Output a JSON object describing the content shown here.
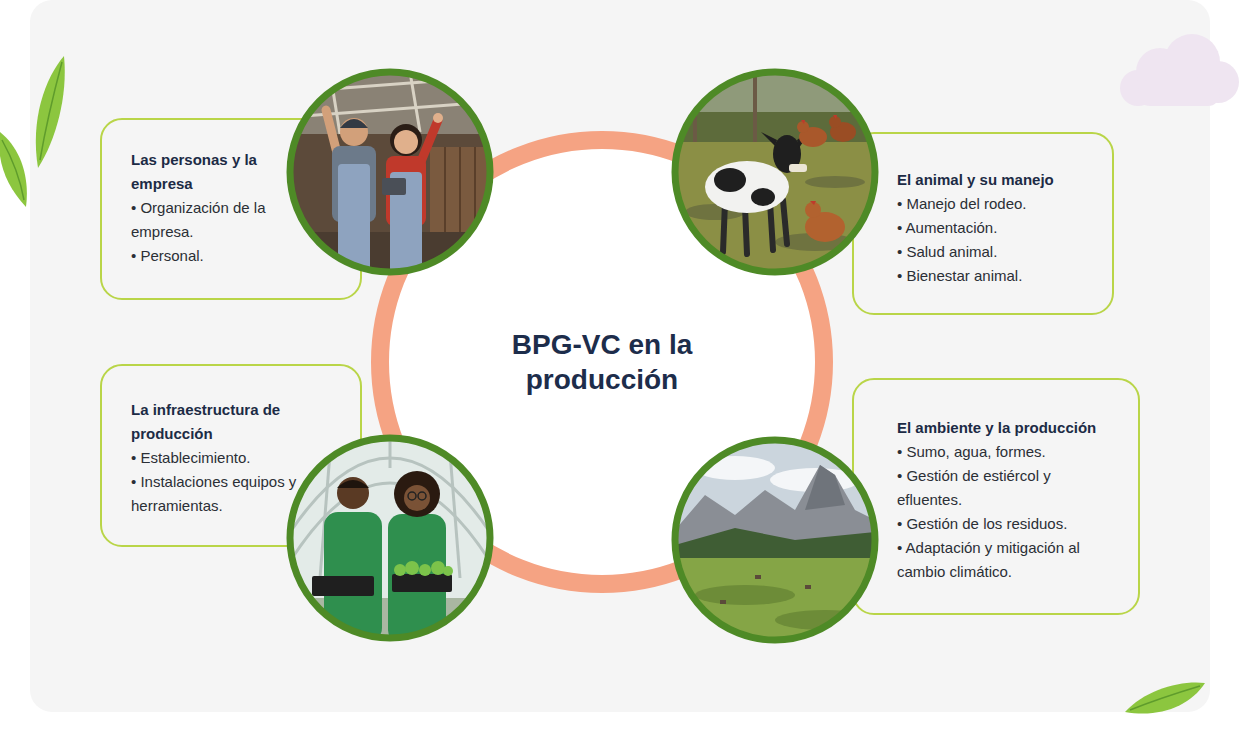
{
  "diagram": {
    "nodes": [
      {
        "text": [
          "Las personas y la empresa",
          "• Organización de la empresa.",
          "• Personal."
        ]
      },
      {
        "text": [
          "El animal y su manejo",
          "• Manejo del rodeo.",
          "• Aumentación.",
          "• Salud animal.",
          "• Bienestar animal."
        ]
      },
      {
        "text": [
          "BPG-VC en la producción"
        ]
      },
      {
        "text": [
          "La infraestructura de producción",
          "• Establecimiento.",
          "• Instalaciones equipos y herramientas."
        ]
      },
      {
        "text": [
          "El ambiente y la producción",
          "• Sumo, agua, formes.",
          "• Gestión de estiércol y efluentes.",
          "• Gestión de los residuos.",
          "• Adaptación y mitigación al cambio climático."
        ]
      }
    ]
  }
}
